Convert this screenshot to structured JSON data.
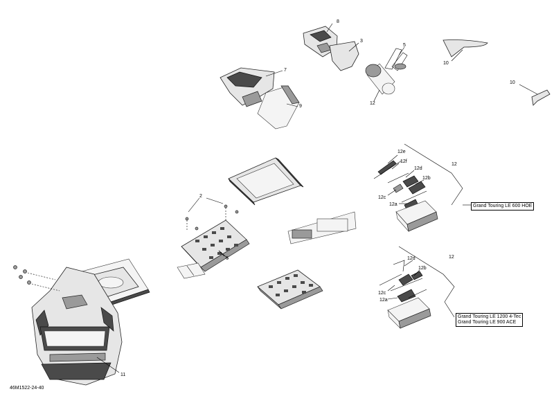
{
  "callouts": {
    "c8": "8",
    "c3": "3",
    "c5": "5",
    "c10a": "10",
    "c10b": "10",
    "c7": "7",
    "c9": "9",
    "c12top": "12",
    "c12e": "12e",
    "c12f": "12f",
    "c12d_a": "12d",
    "c12b_a": "12b",
    "c12c_a": "12c",
    "c12a_a": "12a",
    "c12_kit1": "12",
    "c2": "2",
    "c6": "6",
    "c12_kit2": "12",
    "c12d_b": "12d",
    "c12b_b": "12b",
    "c12c_b": "12c",
    "c12a_b": "12a",
    "c11": "11"
  },
  "models": {
    "kit1": [
      "Grand Touring LE 600 HOE"
    ],
    "kit2": [
      "Grand Touring LE 1200 4-Tec",
      "Grand Touring LE 900 ACE"
    ]
  },
  "reference_code": "46M1522-24-40"
}
